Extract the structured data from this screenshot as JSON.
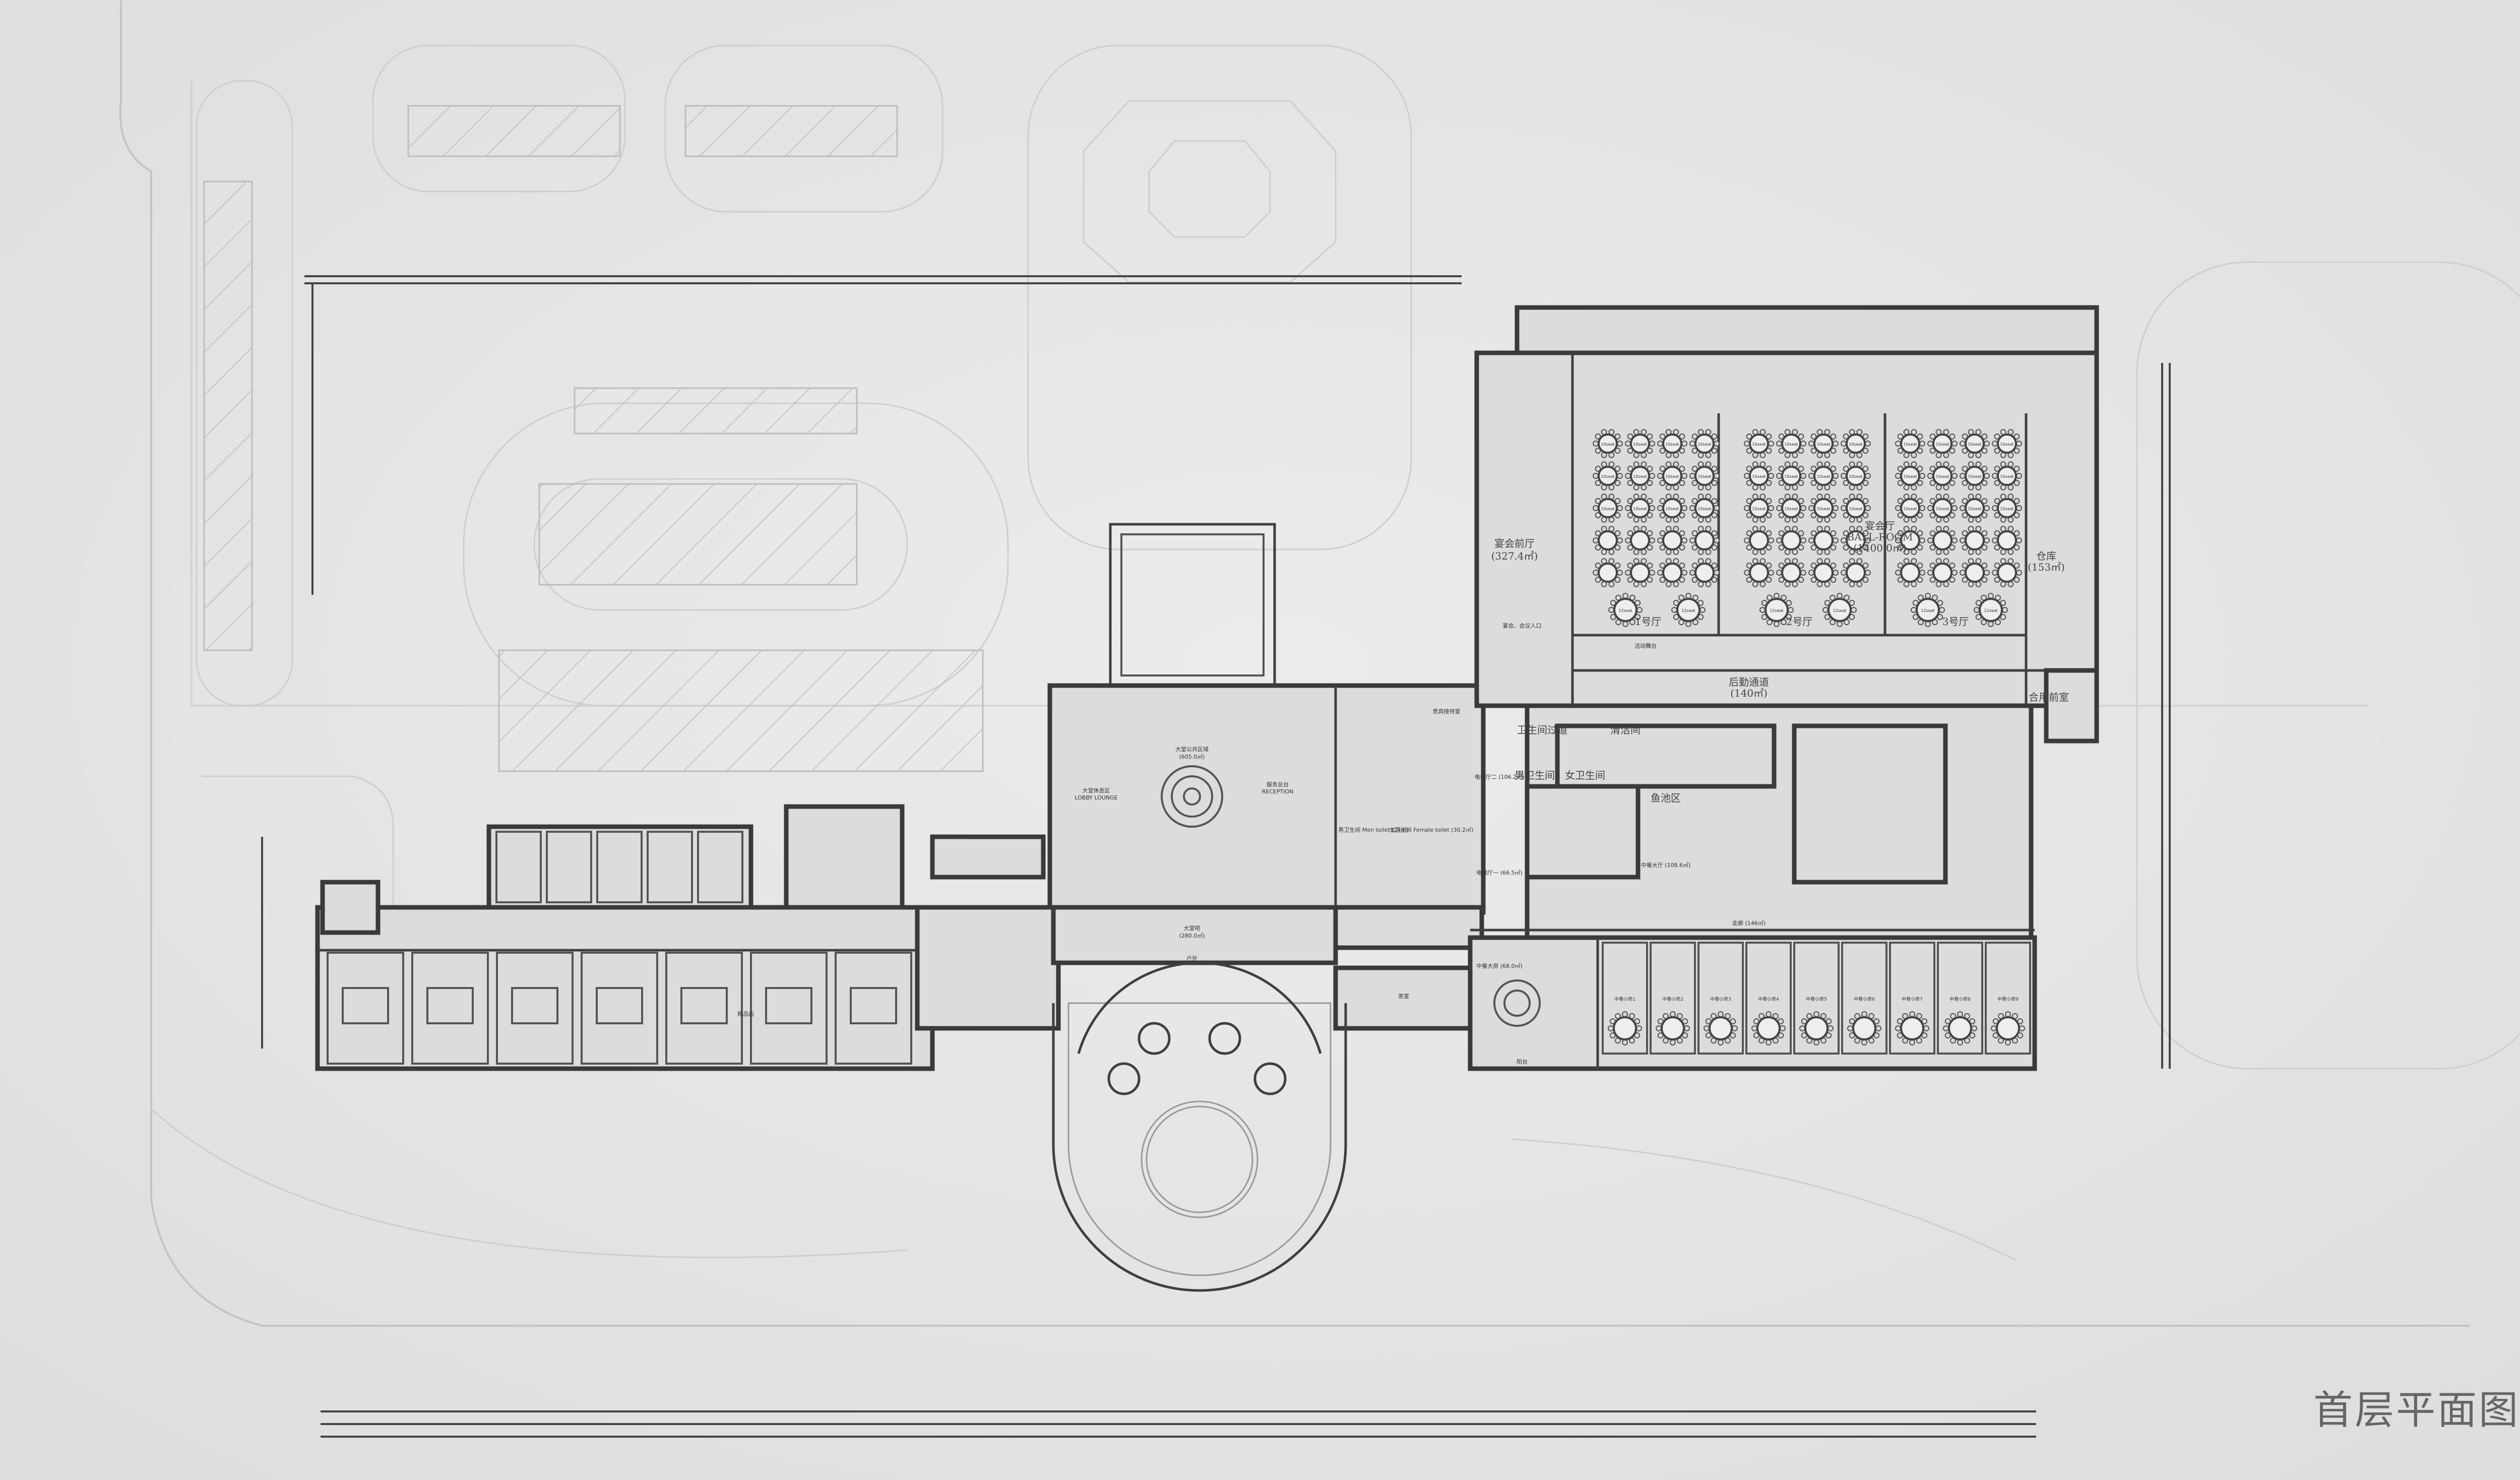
{
  "title": "首层平面图",
  "rooms": {
    "banquet_foyer": "宴会前厅",
    "banquet_foyer_area": "(327.4㎡)",
    "ballroom": "宴会厅",
    "ballroom_en": "BALL-ROOM",
    "ballroom_area": "(1400.0㎡)",
    "hall_1": "1号厅",
    "hall_2": "2号厅",
    "hall_3": "3号厅",
    "stage": "活动舞台",
    "banquet_entrance": "宴会、会议入口",
    "service_corridor": "后勤通道",
    "service_corridor_area": "(140㎡)",
    "toilet_passage": "卫生间过道",
    "cleaning_room": "清洁间",
    "mens_toilet": "男卫生间",
    "womens_toilet": "女卫生间",
    "warehouse": "仓库",
    "warehouse_area": "(153㎡)",
    "shared_anteroom": "合用前室",
    "lobby_public": "大堂公共区域",
    "lobby_public_area": "(605.0㎡)",
    "lobby_lounge": "大堂休息区",
    "lobby_lounge_en": "LOBBY LOUNGE",
    "reception": "服务总台",
    "reception_en": "RECEPTION",
    "vip_room": "贵宾接待室",
    "men_toilet_lobby": "男卫生间 Men toilet (24㎡)",
    "female_toilet_lobby": "女卫生间 Female toilet (30.2㎡)",
    "elevator_hall_2": "电梯厅二 (106.2㎡)",
    "elevator_hall_1": "电梯厅一 (66.5㎡)",
    "fish_pool": "鱼池区",
    "chinese_hall": "中餐大厅 (108.6㎡)",
    "chinese_large_room": "中餐大房 (68.0㎡)",
    "tea_room": "茶室",
    "lobby_bar": "大堂吧",
    "lobby_bar_area": "(280.0㎡)",
    "outdoor": "户外",
    "corridor": "走廊 (146㎡)",
    "boutique": "精品店",
    "balcony": "阳台",
    "private_rooms": [
      "中餐小房1",
      "中餐小房2",
      "中餐小房3",
      "中餐小房4",
      "中餐小房5",
      "中餐小房6",
      "中餐小房7",
      "中餐小房8",
      "中餐小房9"
    ]
  },
  "table_labels": {
    "ten": "10seat",
    "twelve": "12seat"
  },
  "colors": {
    "background": "#e4e4e4",
    "wall": "#3a3a3a",
    "site_line": "#c4c4c4",
    "title": "#666666"
  }
}
